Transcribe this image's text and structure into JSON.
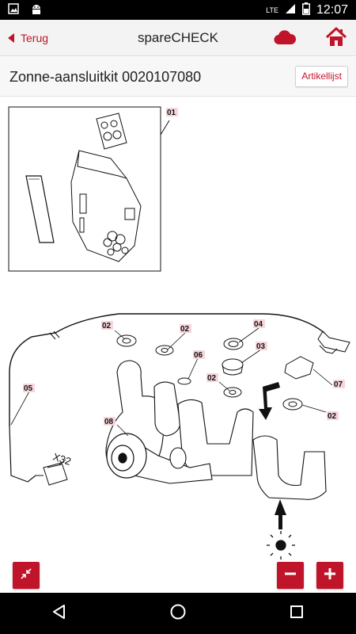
{
  "status_bar": {
    "time": "12:07",
    "network": "LTE",
    "icons": [
      "image-icon",
      "android-icon",
      "signal-icon",
      "battery-icon"
    ]
  },
  "app_bar": {
    "back_label": "Terug",
    "title": "spareCHECK",
    "icons": [
      "cloud-icon",
      "home-icon"
    ],
    "accent_color": "#c0142a"
  },
  "sub_header": {
    "title": "Zonne-aansluitkit 0020107080",
    "button_label": "Artikellijst"
  },
  "diagram": {
    "callouts": [
      "01",
      "02",
      "02",
      "04",
      "03",
      "06",
      "02",
      "05",
      "07",
      "08",
      "02"
    ],
    "connector_label": "X32"
  },
  "controls": {
    "icons": [
      "collapse-icon",
      "zoom-out-icon",
      "zoom-in-icon"
    ]
  },
  "nav_bar": {
    "icons": [
      "back-nav-icon",
      "home-nav-icon",
      "recents-nav-icon"
    ]
  }
}
